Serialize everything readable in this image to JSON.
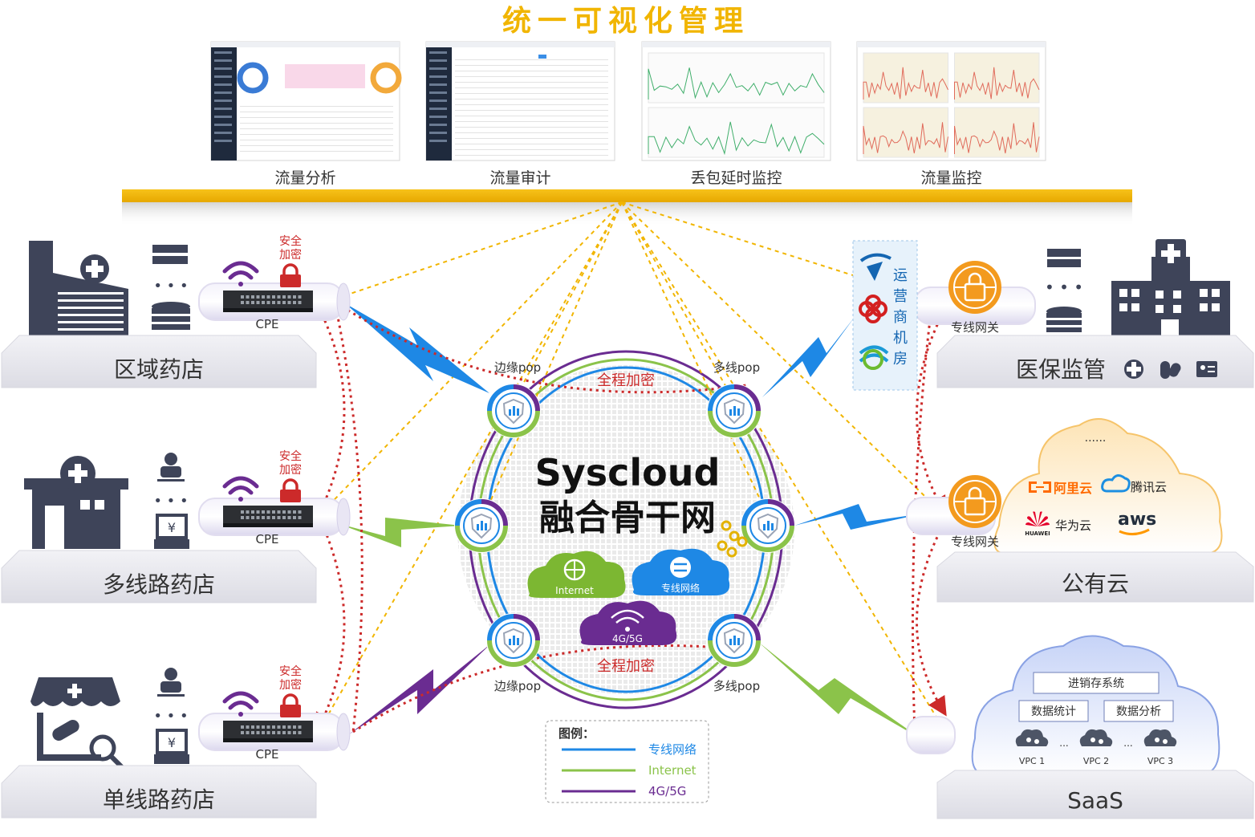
{
  "header": {
    "title": "统一可视化管理"
  },
  "dashboards": [
    {
      "label": "流量分析"
    },
    {
      "label": "流量审计"
    },
    {
      "label": "丢包延时监控"
    },
    {
      "label": "流量监控"
    }
  ],
  "left_sites": [
    {
      "label": "区域药店",
      "device": "CPE",
      "security": [
        "安全",
        "加密"
      ]
    },
    {
      "label": "多线路药店",
      "device": "CPE",
      "security": [
        "安全",
        "加密"
      ]
    },
    {
      "label": "单线路药店",
      "device": "CPE",
      "security": [
        "安全",
        "加密"
      ]
    }
  ],
  "right_sites": [
    {
      "label": "医保监管",
      "gateway": "专线网关"
    },
    {
      "label": "公有云",
      "gateway": "专线网关"
    },
    {
      "label": "SaaS"
    }
  ],
  "carrier": {
    "chars": [
      "运",
      "营",
      "商",
      "机",
      "房"
    ]
  },
  "core": {
    "title_line1": "Syscloud",
    "title_line2": "融合骨干网",
    "pop_edge": "边缘pop",
    "pop_multi": "多线pop",
    "encrypt": "全程加密",
    "cloud_internet": "Internet",
    "cloud_dedicated": "专线网络",
    "cloud_mobile": "4G/5G"
  },
  "public_cloud": {
    "dots": "......",
    "providers": [
      "阿里云",
      "腾讯云",
      "华为云",
      "aws"
    ],
    "huawei_mark": "HUAWEI"
  },
  "saas": {
    "system": "进销存系统",
    "modules": [
      "数据统计",
      "数据分析"
    ],
    "vpcs": [
      "VPC 1",
      "VPC 2",
      "VPC 3"
    ],
    "ellipsis": "..."
  },
  "legend": {
    "title": "图例：",
    "items": [
      {
        "label": "专线网络",
        "color": "#1e88e5"
      },
      {
        "label": "Internet",
        "color": "#8bc34a"
      },
      {
        "label": "4G/5G",
        "color": "#6a2c91"
      }
    ]
  },
  "colors": {
    "title": "#f1b500",
    "bar": "#f1b500",
    "dark": "#3e4459",
    "red": "#cc2a2a",
    "blue": "#1e88e5",
    "green": "#8bc34a",
    "purple": "#6a2c91",
    "orange": "#f39a1e"
  }
}
